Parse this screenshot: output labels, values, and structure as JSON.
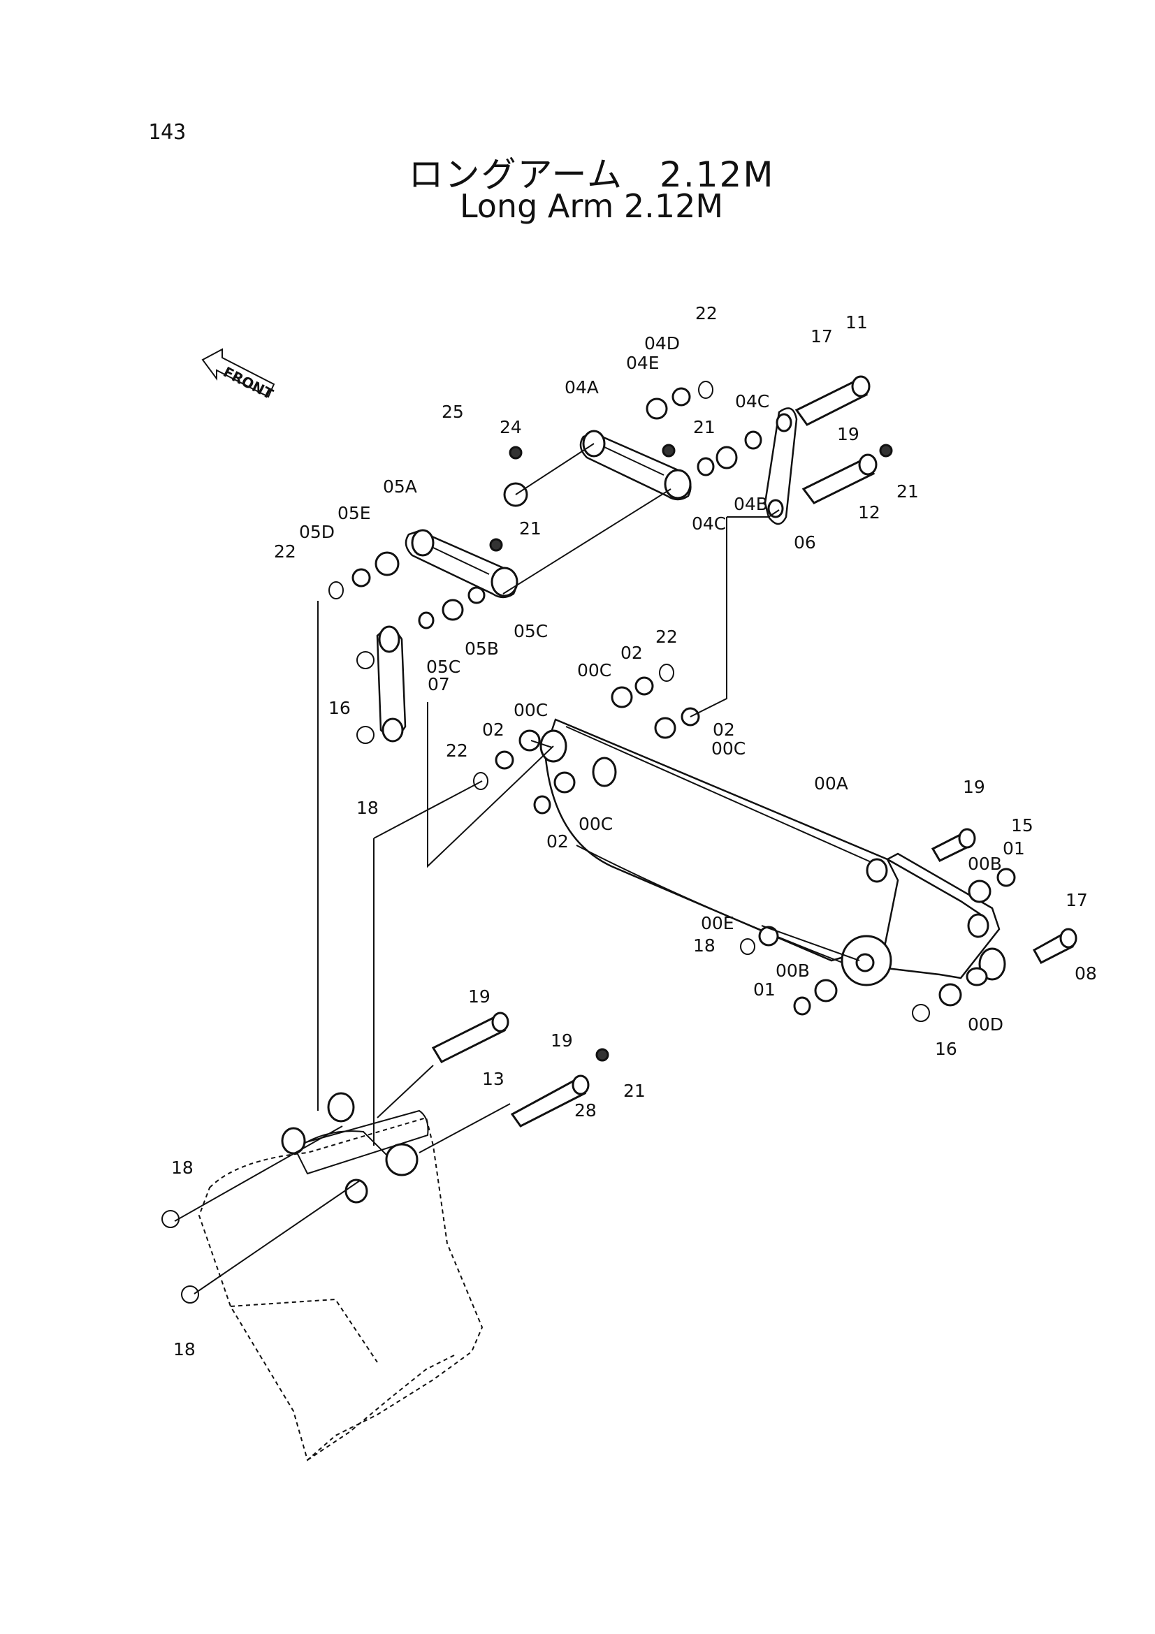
{
  "page_number": "143",
  "title_jp": "ロングアーム　2.12M",
  "title_en": "Long Arm 2.12M",
  "front_label": "FRONT",
  "part_labels": {
    "p22a": "22",
    "p11": "11",
    "p17a": "17",
    "p04D": "04D",
    "p04E": "04E",
    "p04A": "04A",
    "p04Ca": "04C",
    "p25": "25",
    "p24": "24",
    "p21a": "21",
    "p19a": "19",
    "p21b": "21",
    "p04B": "04B",
    "p04Cb": "04C",
    "p12": "12",
    "p06": "06",
    "p05A": "05A",
    "p05E": "05E",
    "p05D": "05D",
    "p22b": "22",
    "p21c": "21",
    "p05Ca": "05C",
    "p05B": "05B",
    "p05Cb": "05C",
    "p07": "07",
    "p16a": "16",
    "p18a": "18",
    "p22c": "22",
    "p02a": "02",
    "p00Ca": "00C",
    "p02b": "02",
    "p00Cb": "00C",
    "p02c": "02",
    "p00Cc": "00C",
    "p22d": "22",
    "p02d": "02",
    "p00Cd": "00C",
    "p00A": "00A",
    "p19b": "19",
    "p15": "15",
    "p01a": "01",
    "p00Ba": "00B",
    "p17b": "17",
    "p08": "08",
    "p00E": "00E",
    "p18b": "18",
    "p00Bb": "00B",
    "p01b": "01",
    "p16b": "16",
    "p00D": "00D",
    "p19c": "19",
    "p13": "13",
    "p19d": "19",
    "p21d": "21",
    "p28": "28",
    "p18c": "18",
    "p18d": "18"
  }
}
